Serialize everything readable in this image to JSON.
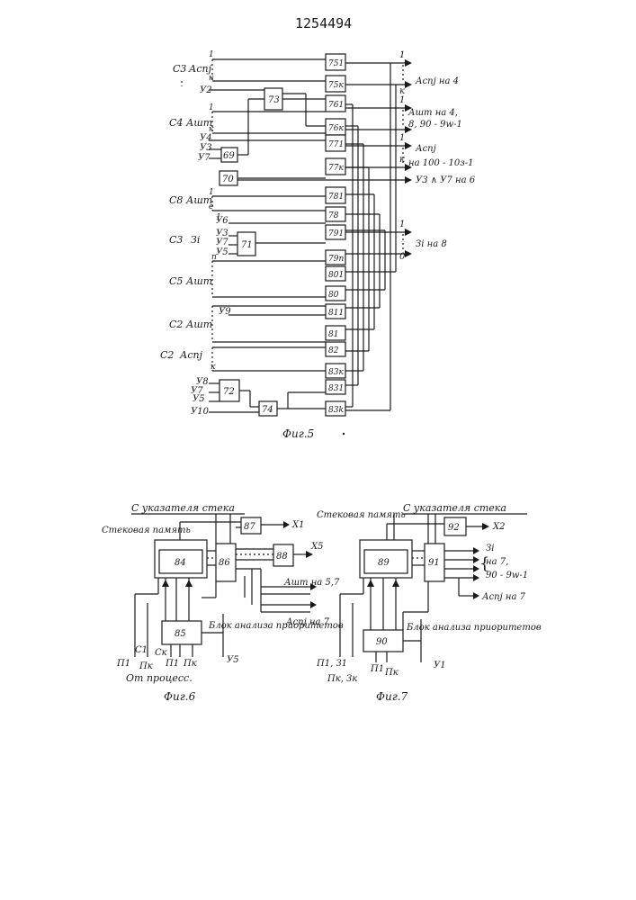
{
  "patent_number": "1254494",
  "fig5": {
    "caption": "Фиг.5",
    "groups": [
      {
        "code": "С3",
        "sig": "Аспj"
      },
      {
        "code": "С4",
        "sig": "Ашт"
      },
      {
        "code": "С8",
        "sig": "Ашт"
      },
      {
        "code": "С3",
        "sig": "Зi"
      },
      {
        "code": "С5",
        "sig": "Ашт"
      },
      {
        "code": "С2",
        "sig": "Ашт"
      },
      {
        "code": "С2",
        "sig": "Аспj"
      }
    ],
    "inputs": [
      "У2",
      "У4",
      "У3",
      "У7",
      "У6",
      "У3",
      "У7",
      "У5",
      "У9",
      "У8",
      "У7",
      "У5",
      "У10"
    ],
    "blocks": [
      "73",
      "69",
      "70",
      "71",
      "72",
      "74"
    ],
    "elements": [
      "751",
      "75к",
      "761",
      "76к",
      "771",
      "77к",
      "781",
      "78",
      "791",
      "79n",
      "801",
      "80",
      "811",
      "81",
      "82",
      "83к",
      "831",
      "83k"
    ],
    "outputs": [
      "Аспj на 4",
      "Ашт на 4,",
      "8, 90 - 9w-1",
      "Аспj",
      "на 100 - 10з-1",
      "У3 ∧ У7 на 6",
      "Зi на 8"
    ],
    "marks": [
      "1",
      "к",
      "1",
      "к",
      "1",
      "1",
      "к",
      "1",
      "1",
      "0",
      "1",
      "е",
      "п",
      "к"
    ]
  },
  "fig6": {
    "caption": "Фиг.6",
    "from_pointer": "С указателя стека",
    "stack_label": "Стековая память",
    "priority_label": "Блок анализа приоритетов",
    "from_process": "От процесс.",
    "blocks": [
      "84",
      "85",
      "86",
      "87",
      "88"
    ],
    "outputs": [
      "X1",
      "X5",
      "Ашт на 5,7",
      "Аспj на 7"
    ],
    "inputs": [
      "П1",
      "С1",
      "Пк",
      "Ск",
      "П1",
      "Пк",
      "У5"
    ]
  },
  "fig7": {
    "caption": "Фиг.7",
    "from_pointer": "С указателя стека",
    "stack_label": "Стековая память",
    "priority_label": "Блок анализа приоритетов",
    "blocks": [
      "89",
      "90",
      "91",
      "92"
    ],
    "outputs": [
      "X2",
      "Зi",
      "на 7,",
      "90 - 9w-1",
      "Аспj на 7"
    ],
    "inputs": [
      "П1, З1",
      "Пк, Зк",
      "П1",
      "Пк",
      "У1"
    ]
  }
}
